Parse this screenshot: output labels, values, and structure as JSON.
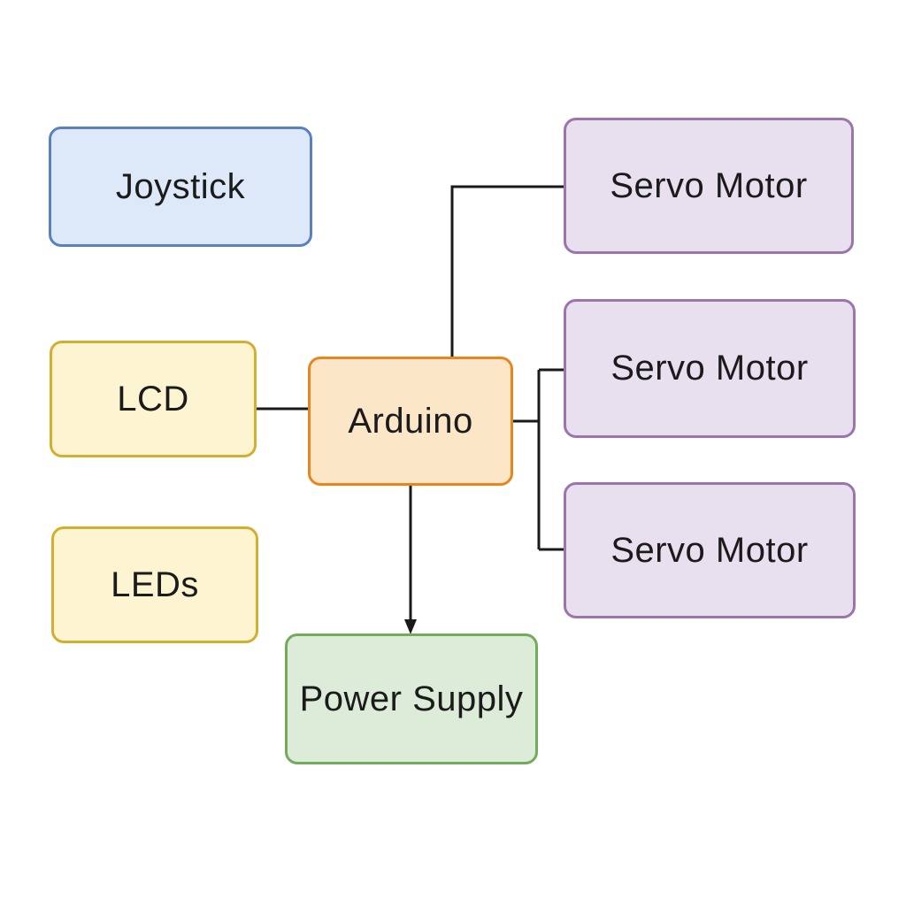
{
  "canvas": {
    "background": "#ffffff",
    "edge_color": "#1a1a1a",
    "text_color": "#1b1b1b"
  },
  "diagram": {
    "nodes": {
      "joystick": {
        "label": "Joystick",
        "fill": "#dde8f8",
        "border": "#5b80c1"
      },
      "lcd": {
        "label": "LCD",
        "fill": "#fdf5d1",
        "border": "#d4ae2f"
      },
      "leds": {
        "label": "LEDs",
        "fill": "#fdf5d1",
        "border": "#d4ae2f"
      },
      "arduino": {
        "label": "Arduino",
        "fill": "#fbe6c8",
        "border": "#e8861c"
      },
      "servo_motor_1": {
        "label": "Servo Motor",
        "fill": "#e9e0ef",
        "border": "#9b75ac"
      },
      "servo_motor_2": {
        "label": "Servo Motor",
        "fill": "#e9e0ef",
        "border": "#9b75ac"
      },
      "servo_motor_3": {
        "label": "Servo Motor",
        "fill": "#e9e0ef",
        "border": "#9b75ac"
      },
      "power_supply": {
        "label": "Power Supply",
        "fill": "#ddecd8",
        "border": "#72ab5a"
      }
    },
    "edges": [
      {
        "from": "lcd",
        "to": "arduino",
        "style": "plain"
      },
      {
        "from": "arduino",
        "to": "servo_motor_1",
        "style": "plain"
      },
      {
        "from": "arduino",
        "to": "servo_motor_2",
        "style": "plain"
      },
      {
        "from": "arduino",
        "to": "servo_motor_3",
        "style": "plain"
      },
      {
        "from": "arduino",
        "to": "power_supply",
        "style": "arrow"
      }
    ]
  }
}
